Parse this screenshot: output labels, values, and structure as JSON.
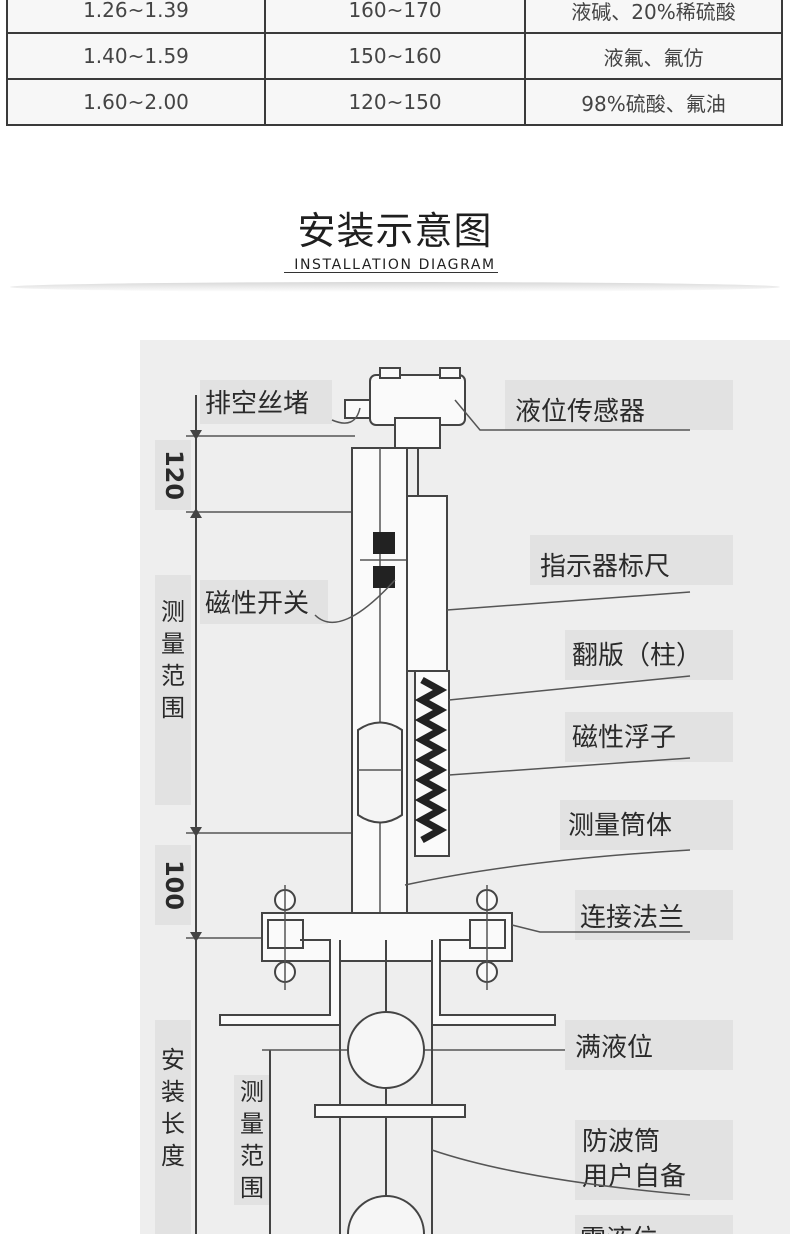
{
  "density_table": {
    "rows": [
      {
        "density": "1.26~1.39",
        "value": "160~170",
        "medium": "液碱、20%稀硫酸"
      },
      {
        "density": "1.40~1.59",
        "value": "150~160",
        "medium": "液氟、氟仿"
      },
      {
        "density": "1.60~2.00",
        "value": "120~150",
        "medium": "98%硫酸、氟油"
      }
    ]
  },
  "section": {
    "title_cn": "安装示意图",
    "title_en": "INSTALLATION DIAGRAM"
  },
  "diagram": {
    "labels": {
      "drain_plug": "排空丝堵",
      "level_sensor": "液位传感器",
      "indicator_scale": "指示器标尺",
      "magnetic_switch": "磁性开关",
      "flap_column": "翻版（柱）",
      "magnetic_float": "磁性浮子",
      "measuring_tube": "测量筒体",
      "connecting_flange": "连接法兰",
      "full_level": "满液位",
      "wave_tube_line1": "防波筒",
      "wave_tube_line2": "用户自备",
      "low_level": "零液位"
    },
    "dimensions": {
      "top": "120",
      "measure_range": "测量范围",
      "bottom": "100",
      "install_length": "安装长度",
      "inner_measure_range": "测量范围"
    }
  }
}
